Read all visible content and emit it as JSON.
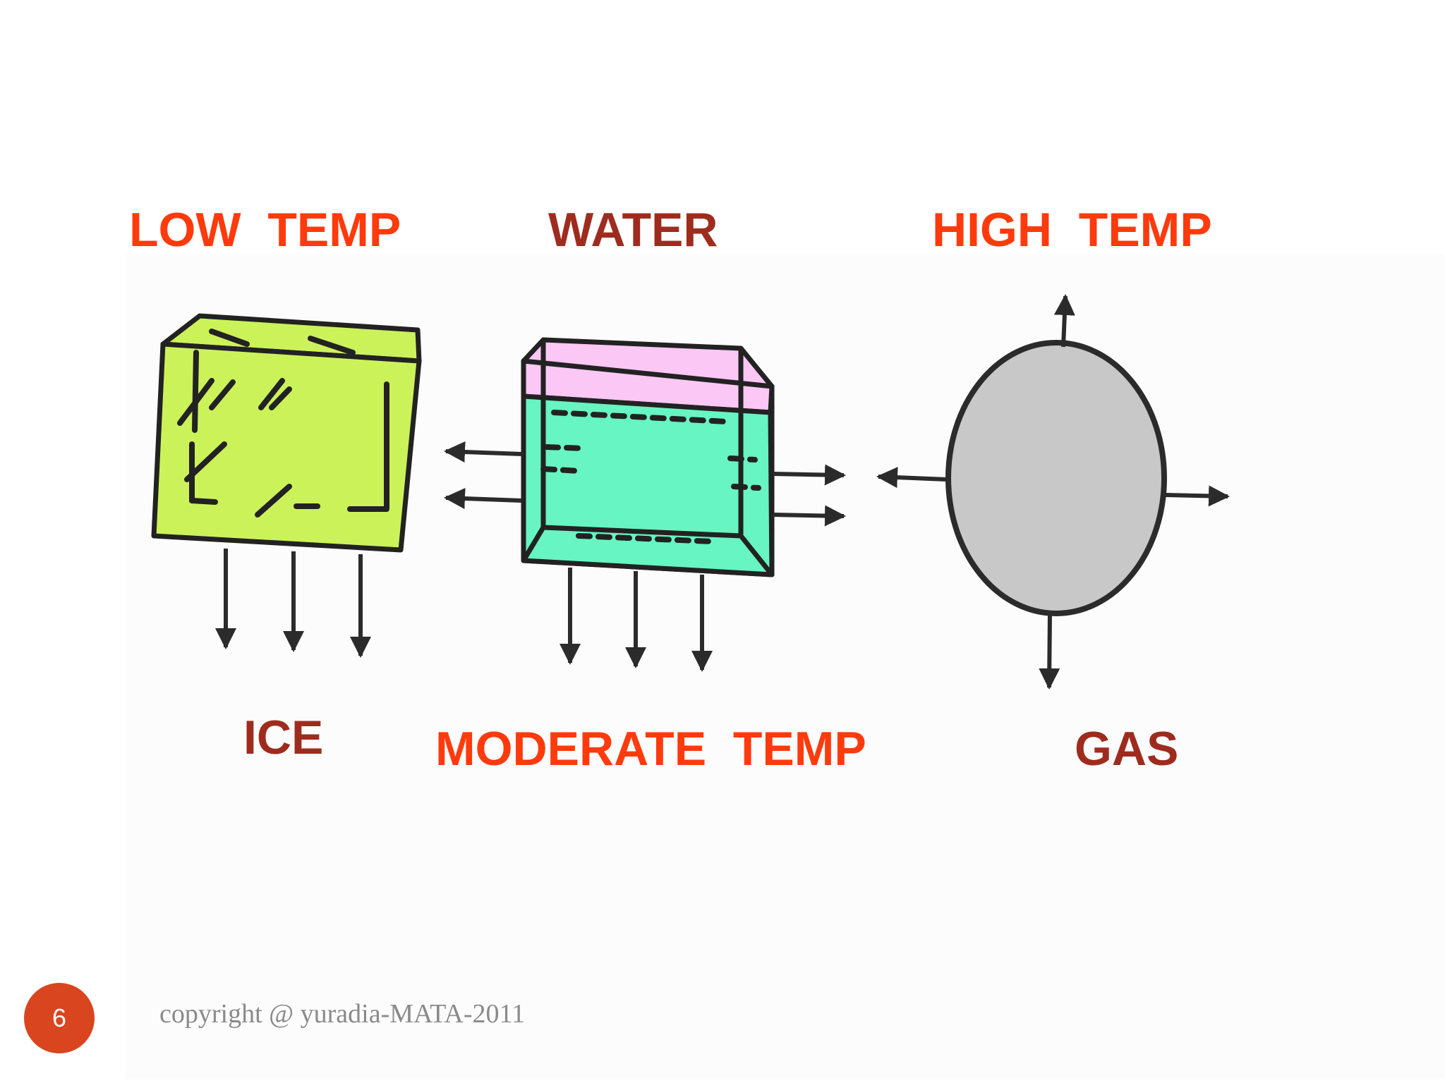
{
  "labels": {
    "low_temp": "LOW  TEMP",
    "water": "WATER",
    "high_temp": "HIGH  TEMP",
    "ice": "ICE",
    "moderate_temp": "MODERATE  TEMP",
    "gas": "GAS"
  },
  "footer": {
    "slide_number": "6",
    "copyright": "copyright @ yuradia-MATA-2011"
  },
  "colors": {
    "label_red": "#ff3a0c",
    "label_brown": "#9e2c1e",
    "ice_fill": "#ccf25a",
    "water_fill": "#66f5c3",
    "water_top_fill": "#fbc7f5",
    "gas_fill": "#c8c8c8",
    "slide_number_badge": "#d9451e"
  },
  "icons": [
    "arrow-icon",
    "ice-cube-icon",
    "water-container-icon",
    "gas-sphere-icon"
  ]
}
